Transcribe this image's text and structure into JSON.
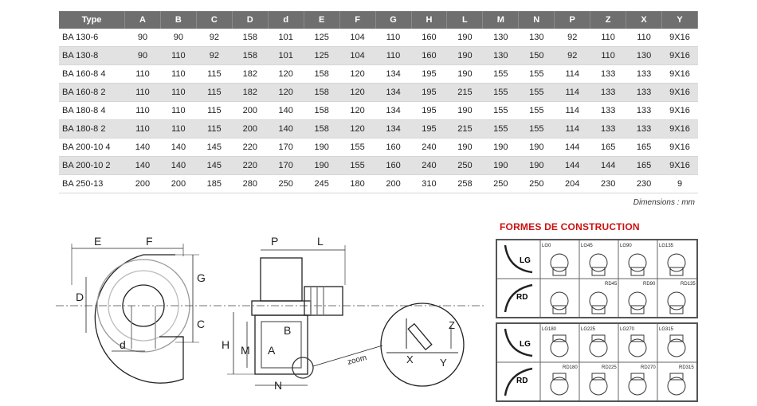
{
  "table": {
    "headers": [
      "Type",
      "A",
      "B",
      "C",
      "D",
      "d",
      "E",
      "F",
      "G",
      "H",
      "L",
      "M",
      "N",
      "P",
      "Z",
      "X",
      "Y"
    ],
    "rows": [
      [
        "BA 130-6",
        "90",
        "90",
        "92",
        "158",
        "101",
        "125",
        "104",
        "110",
        "160",
        "190",
        "130",
        "130",
        "92",
        "110",
        "110",
        "9X16"
      ],
      [
        "BA 130-8",
        "90",
        "110",
        "92",
        "158",
        "101",
        "125",
        "104",
        "110",
        "160",
        "190",
        "130",
        "150",
        "92",
        "110",
        "130",
        "9X16"
      ],
      [
        "BA 160-8 4",
        "110",
        "110",
        "115",
        "182",
        "120",
        "158",
        "120",
        "134",
        "195",
        "190",
        "155",
        "155",
        "114",
        "133",
        "133",
        "9X16"
      ],
      [
        "BA 160-8 2",
        "110",
        "110",
        "115",
        "182",
        "120",
        "158",
        "120",
        "134",
        "195",
        "215",
        "155",
        "155",
        "114",
        "133",
        "133",
        "9X16"
      ],
      [
        "BA 180-8 4",
        "110",
        "110",
        "115",
        "200",
        "140",
        "158",
        "120",
        "134",
        "195",
        "190",
        "155",
        "155",
        "114",
        "133",
        "133",
        "9X16"
      ],
      [
        "BA 180-8 2",
        "110",
        "110",
        "115",
        "200",
        "140",
        "158",
        "120",
        "134",
        "195",
        "215",
        "155",
        "155",
        "114",
        "133",
        "133",
        "9X16"
      ],
      [
        "BA 200-10 4",
        "140",
        "140",
        "145",
        "220",
        "170",
        "190",
        "155",
        "160",
        "240",
        "190",
        "190",
        "190",
        "144",
        "165",
        "165",
        "9X16"
      ],
      [
        "BA 200-10 2",
        "140",
        "140",
        "145",
        "220",
        "170",
        "190",
        "155",
        "160",
        "240",
        "250",
        "190",
        "190",
        "144",
        "144",
        "165",
        "9X16"
      ],
      [
        "BA 250-13",
        "200",
        "200",
        "185",
        "280",
        "250",
        "245",
        "180",
        "200",
        "310",
        "258",
        "250",
        "250",
        "204",
        "230",
        "230",
        "9"
      ]
    ]
  },
  "dimensions_note": "Dimensions : mm",
  "drawing_labels": {
    "E": "E",
    "F": "F",
    "G": "G",
    "C": "C",
    "D": "D",
    "d": "d",
    "P": "P",
    "L": "L",
    "H": "H",
    "M": "M",
    "A": "A",
    "B": "B",
    "N": "N",
    "zoom": "zoom",
    "Z": "Z",
    "X": "X",
    "Y": "Y"
  },
  "formes": {
    "title": "FORMES DE CONSTRUCTION",
    "top": {
      "lg_label": "LG",
      "rd_label": "RD",
      "lg_codes": [
        "LG0",
        "LG45",
        "LG90",
        "LG135"
      ],
      "rd_codes": [
        "",
        "RD45",
        "RD90",
        "RD135"
      ]
    },
    "bottom": {
      "lg_label": "LG",
      "rd_label": "RD",
      "lg_codes": [
        "LG180",
        "LG225",
        "LG270",
        "LG315"
      ],
      "rd_codes": [
        "RD180",
        "RD225",
        "RD270",
        "RD315"
      ]
    }
  },
  "colors": {
    "header_bg": "#6f6f6f",
    "alt_row": "#e2e2e2",
    "title_red": "#cc1111"
  }
}
